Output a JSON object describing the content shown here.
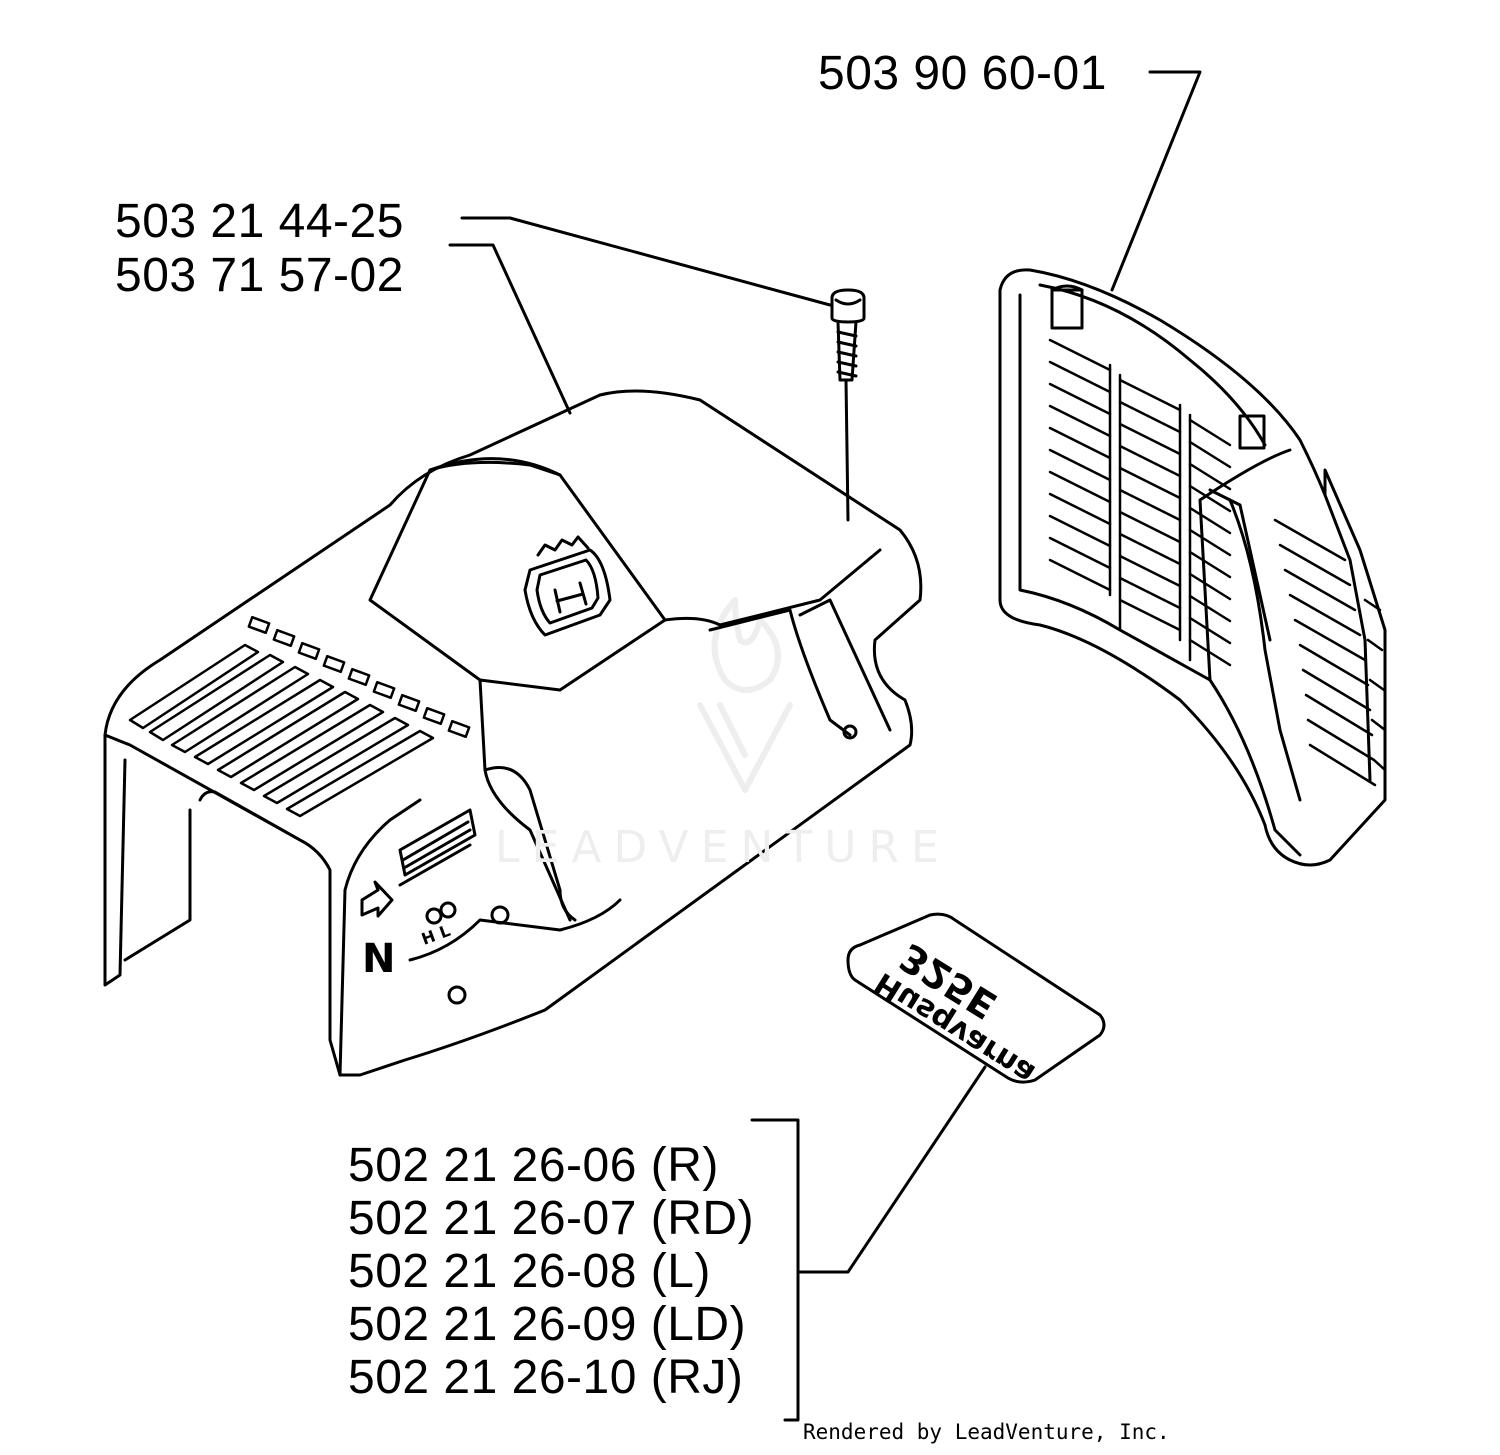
{
  "labels": {
    "grille": "503 90 60-01",
    "screw": "503 21 44-25",
    "cover": "503 71 57-02",
    "decals": [
      "502 21 26-06 (R)",
      "502 21 26-07 (RD)",
      "502 21 26-08 (L)",
      "502 21 26-09 (LD)",
      "502 21 26-10 (RJ)"
    ]
  },
  "decal_text": {
    "brand": "Husqvarna",
    "model": "325E"
  },
  "cover_marks": {
    "symbol": "N",
    "choke_text": "H L"
  },
  "watermark": "LEADVENTURE",
  "credit": "Rendered by LeadVenture, Inc.",
  "colors": {
    "ink": "#000000",
    "paper": "#ffffff",
    "watermark": "#eeeeee"
  }
}
